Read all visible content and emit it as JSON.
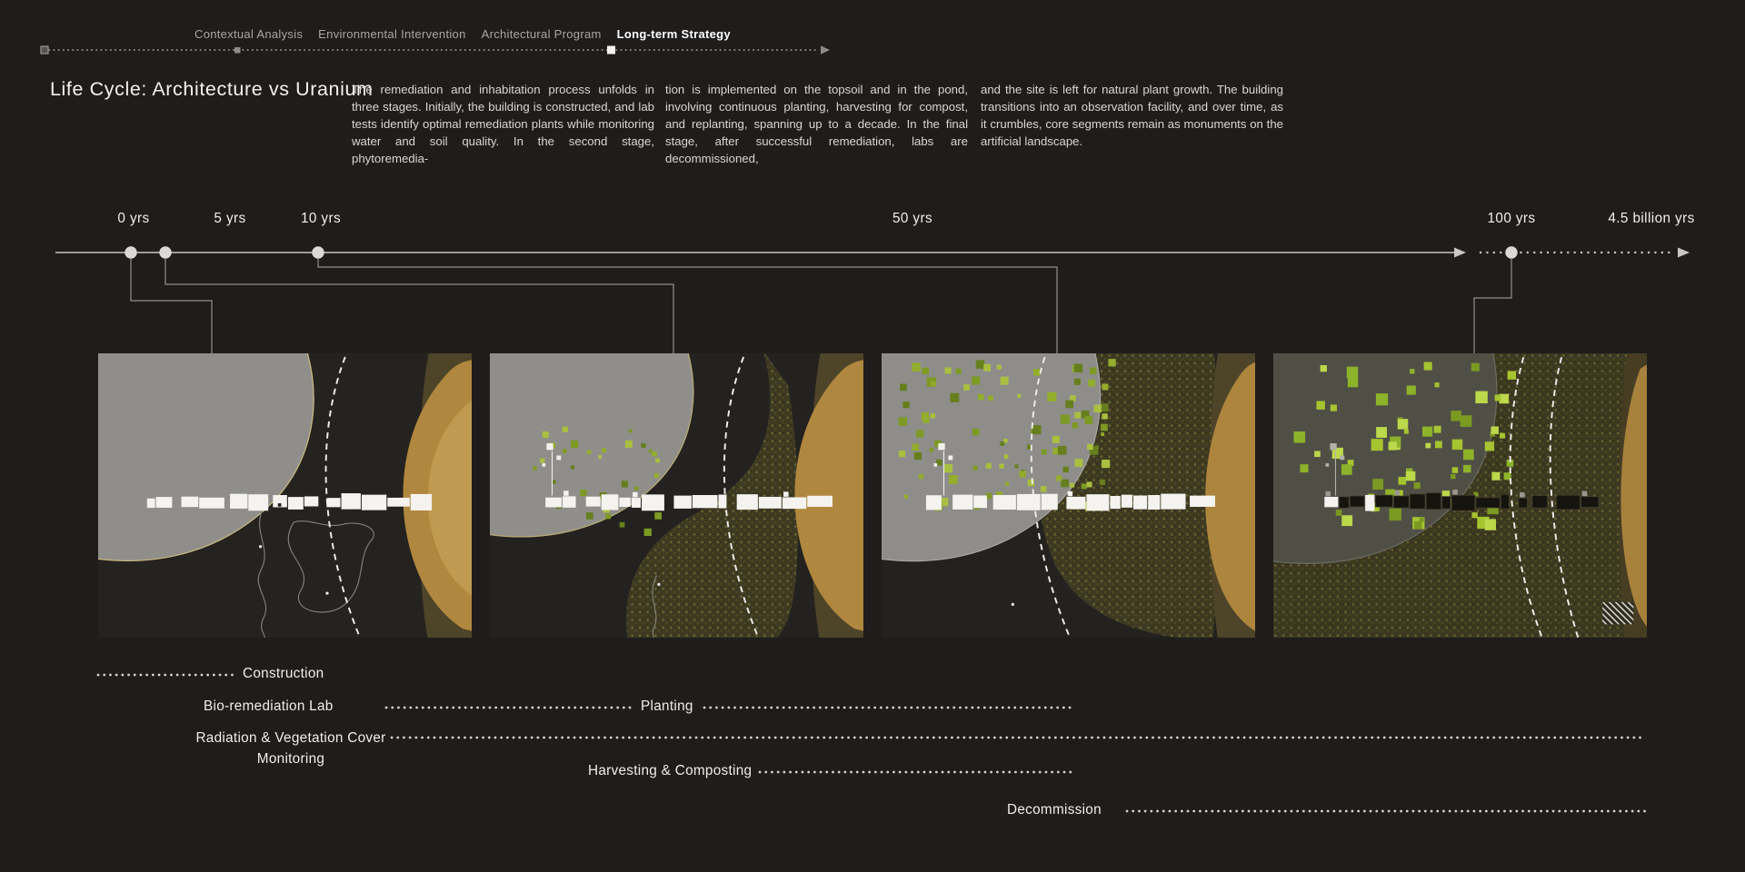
{
  "colors": {
    "background": "#1f1d1c",
    "accent_green": "#9ab32e",
    "pond_grey": "#8f8e8b",
    "earth_tan": "#b0873e",
    "line_grey": "#c9c7c3"
  },
  "nav": {
    "tabs": [
      {
        "label": "Contextual Analysis",
        "active": false
      },
      {
        "label": "Environmental Intervention",
        "active": false
      },
      {
        "label": "Architectural Program",
        "active": false
      },
      {
        "label": "Long-term Strategy",
        "active": true
      }
    ]
  },
  "header": {
    "title": "Life Cycle: Architecture vs Uranium"
  },
  "description": {
    "col1": "The remediation and inhabitation process unfolds in three stages. Initially, the building is constructed, and lab tests identify optimal remediation plants while monitoring water and soil quality. In the second stage, phytoremedia-",
    "col2": "tion is implemented on the topsoil and in the pond, involving continuous planting, harvesting for compost, and replanting, spanning up to a decade. In the final stage, after successful remediation, labs are decommissioned,",
    "col3": "and the site is left for natural plant growth. The building transitions into an observation facility, and over time, as it crumbles, core segments remain as monuments on the artificial landscape."
  },
  "timeline": {
    "ticks": [
      {
        "label": "0 yrs"
      },
      {
        "label": "5 yrs"
      },
      {
        "label": "10 yrs"
      },
      {
        "label": "50 yrs"
      },
      {
        "label": "100 yrs"
      },
      {
        "label": "4.5 billion yrs"
      }
    ]
  },
  "phases": [
    {
      "label": "Construction"
    },
    {
      "label": "Bio-remediation Lab"
    },
    {
      "label": "Planting"
    },
    {
      "label": "Radiation & Vegetation Cover\nMonitoring"
    },
    {
      "label": "Harvesting & Composting"
    },
    {
      "label": "Decommission"
    }
  ],
  "site_plans": [
    {
      "stage": "construction",
      "vegetation_squares": 0
    },
    {
      "stage": "planting",
      "vegetation_squares": 30
    },
    {
      "stage": "remediation",
      "vegetation_squares": 95
    },
    {
      "stage": "decommissioned",
      "vegetation_squares": 70
    }
  ]
}
